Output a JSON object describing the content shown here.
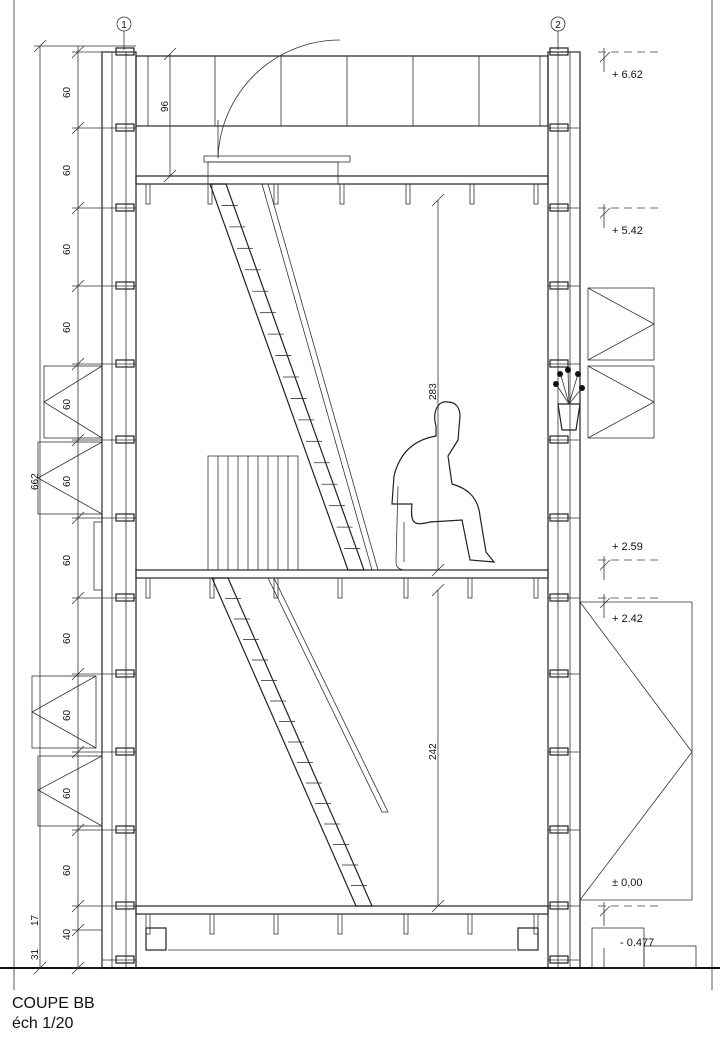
{
  "title": {
    "line1": "COUPE BB",
    "line2": "éch 1/20"
  },
  "axes": {
    "left": "1",
    "right": "2"
  },
  "levels": [
    "+ 6.62",
    "+ 5.42",
    "+ 2.59",
    "+ 2.42",
    "± 0,00",
    "- 0.477"
  ],
  "dimensions": {
    "total": "662",
    "modules": [
      "60",
      "60",
      "60",
      "60",
      "60",
      "60",
      "60",
      "60",
      "60",
      "60",
      "60"
    ],
    "base_17": "17",
    "base_40": "40",
    "base_31": "31",
    "upper_parapet": "96",
    "upper_height": "283",
    "lower_height": "242"
  }
}
